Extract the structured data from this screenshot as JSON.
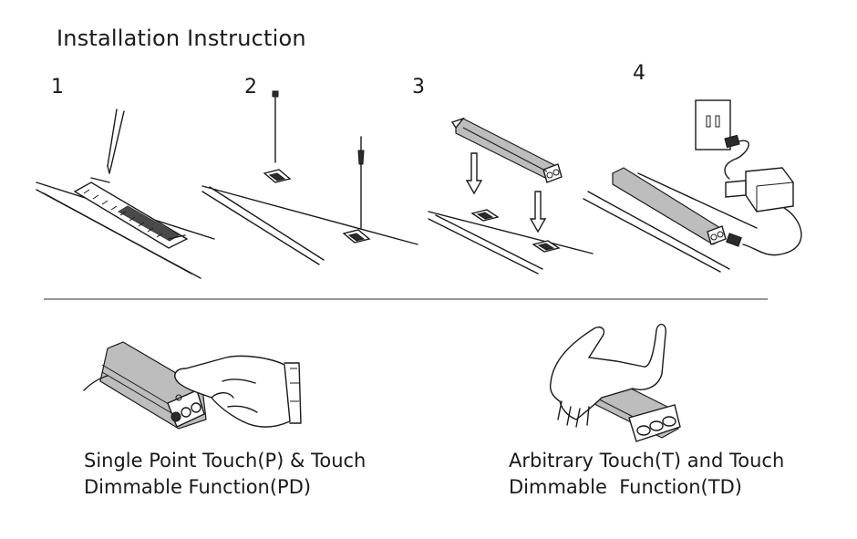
{
  "title": "Installation Instruction",
  "steps": [
    {
      "number": "1"
    },
    {
      "number": "2"
    },
    {
      "number": "3"
    },
    {
      "number": "4"
    }
  ],
  "functions": [
    {
      "line1": "Single Point Touch(P) & Touch",
      "line2": "Dimmable Function(PD)"
    },
    {
      "line1": "Arbitrary Touch(T) and Touch",
      "line2": "Dimmable  Function(TD)"
    }
  ]
}
